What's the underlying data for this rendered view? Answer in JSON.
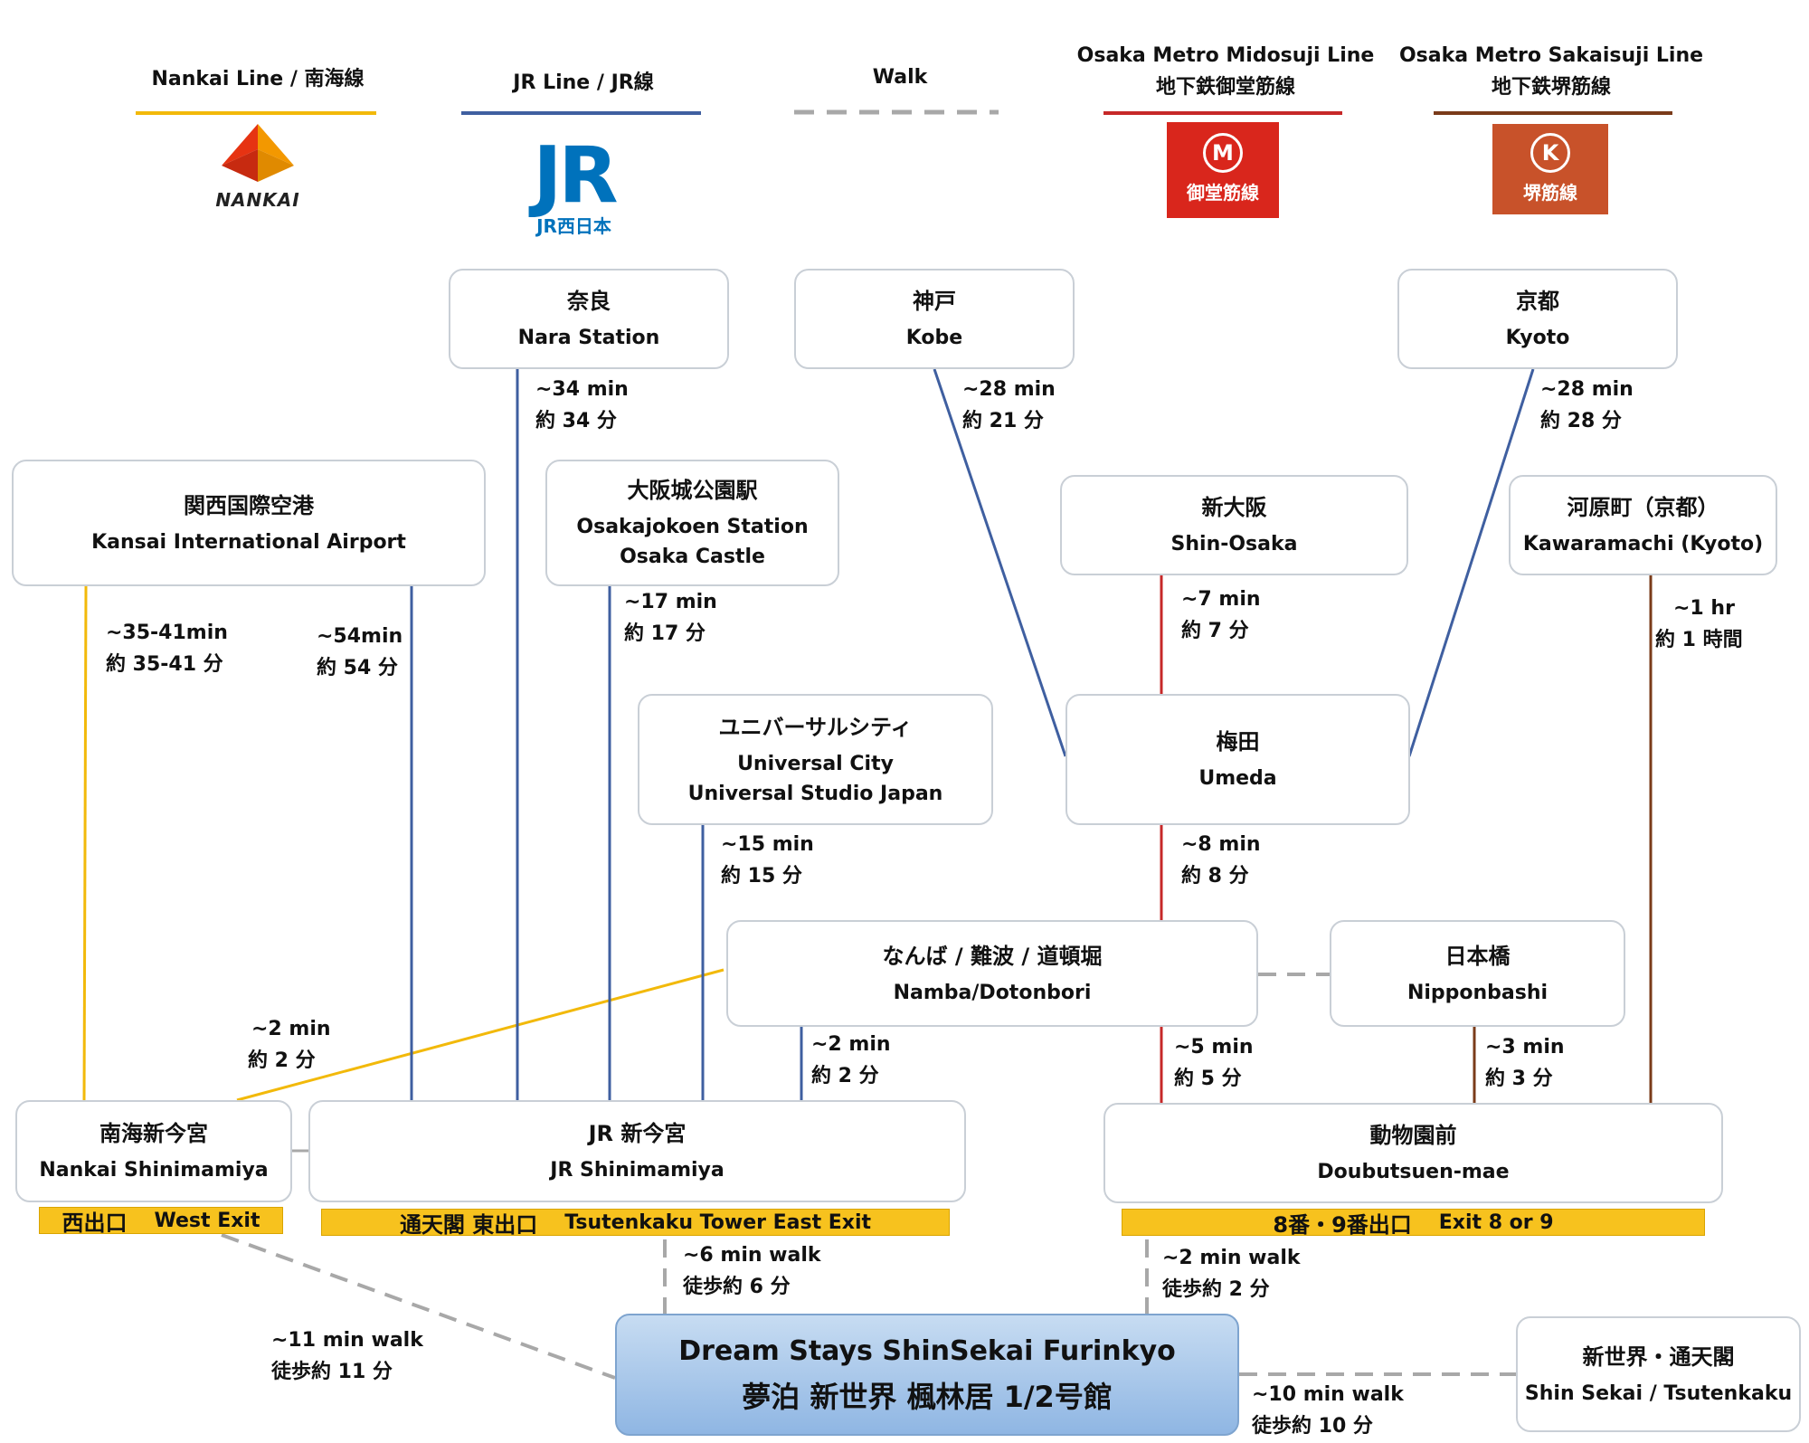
{
  "legend": [
    {
      "id": "nankai",
      "line1": "Nankai Line / 南海線",
      "line2": "",
      "color": "#f2b90a",
      "style": "solid"
    },
    {
      "id": "jr",
      "line1": "JR Line / JR線",
      "line2": "",
      "color": "#3f5fa0",
      "style": "solid"
    },
    {
      "id": "walk",
      "line1": "Walk",
      "line2": "",
      "color": "#a8a8a8",
      "style": "dashed"
    },
    {
      "id": "midosuji",
      "line1": "Osaka Metro Midosuji Line",
      "line2": "地下鉄御堂筋線",
      "color": "#c62828",
      "style": "solid"
    },
    {
      "id": "sakaisuji",
      "line1": "Osaka Metro Sakaisuji Line",
      "line2": "地下鉄堺筋線",
      "color": "#7a3b1a",
      "style": "solid"
    }
  ],
  "logos": {
    "nankai": {
      "text": "NANKAI",
      "colors": [
        "#e63312",
        "#f39800"
      ]
    },
    "jr": {
      "text": "JR西日本",
      "color": "#0072bc"
    },
    "midosuji": {
      "symbol": "M",
      "label": "御堂筋線"
    },
    "sakaisuji": {
      "symbol": "K",
      "label": "堺筋線"
    }
  },
  "stations": {
    "nara": {
      "jp": "奈良",
      "en": "Nara Station"
    },
    "kobe": {
      "jp": "神戸",
      "en": "Kobe"
    },
    "kyoto": {
      "jp": "京都",
      "en": "Kyoto"
    },
    "kansai": {
      "jp": "関西国際空港",
      "en": "Kansai International Airport"
    },
    "osakajo": {
      "jp": "大阪城公園駅",
      "en": "Osakajokoen Station",
      "en2": "Osaka Castle"
    },
    "shinosaka": {
      "jp": "新大阪",
      "en": "Shin-Osaka"
    },
    "kawaramachi": {
      "jp": "河原町（京都）",
      "en": "Kawaramachi (Kyoto)"
    },
    "universal": {
      "jp": "ユニバーサルシティ",
      "en": "Universal City",
      "en2": "Universal Studio Japan"
    },
    "umeda": {
      "jp": "梅田",
      "en": "Umeda"
    },
    "namba": {
      "jp": "なんば / 難波 / 道頓堀",
      "en": "Namba/Dotonbori"
    },
    "nipponbashi": {
      "jp": "日本橋",
      "en": "Nipponbashi"
    },
    "nankaishin": {
      "jp": "南海新今宮",
      "en": "Nankai Shinimamiya"
    },
    "jrshin": {
      "jp": "JR 新今宮",
      "en": "JR Shinimamiya"
    },
    "doubutsuen": {
      "jp": "動物園前",
      "en": "Doubutsuen-mae"
    },
    "shinsekai": {
      "jp": "新世界・通天閣",
      "en": "Shin Sekai / Tsutenkaku"
    }
  },
  "hotel": {
    "en": "Dream Stays ShinSekai Furinkyo",
    "jp": "夢泊 新世界 楓林居 1/2号館"
  },
  "exits": {
    "west": {
      "jp": "西出口",
      "en": "West Exit"
    },
    "tsutenkaku": {
      "jp": "通天閣 東出口",
      "en": "Tsutenkaku Tower East Exit"
    },
    "exit89": {
      "jp": "8番・9番出口",
      "en": "Exit 8 or 9"
    }
  },
  "times": {
    "nara": {
      "en": "~34 min",
      "jp": "約 34 分"
    },
    "kobe": {
      "en": "~28 min",
      "jp": "約 21 分"
    },
    "kyoto": {
      "en": "~28 min",
      "jp": "約 28 分"
    },
    "kansai_nankai": {
      "en": "~35-41min",
      "jp": "約 35-41 分"
    },
    "kansai_jr": {
      "en": "~54min",
      "jp": "約 54 分"
    },
    "osakajo": {
      "en": "~17 min",
      "jp": "約 17 分"
    },
    "shinosaka": {
      "en": "~7 min",
      "jp": "約 7 分"
    },
    "kawaramachi": {
      "en": "~1 hr",
      "jp": "約 1 時間"
    },
    "universal": {
      "en": "~15 min",
      "jp": "約 15 分"
    },
    "umeda": {
      "en": "~8 min",
      "jp": "約 8 分"
    },
    "namba_nankai": {
      "en": "~2 min",
      "jp": "約 2 分"
    },
    "namba_jr": {
      "en": "~2 min",
      "jp": "約 2 分"
    },
    "namba_midosuji": {
      "en": "~5 min",
      "jp": "約 5 分"
    },
    "nipponbashi": {
      "en": "~3 min",
      "jp": "約 3 分"
    },
    "walk_jr": {
      "en": "~6 min walk",
      "jp": "徒歩約 6 分"
    },
    "walk_doubutsuen": {
      "en": "~2 min walk",
      "jp": "徒歩約 2 分"
    },
    "walk_nankai": {
      "en": "~11 min walk",
      "jp": "徒歩約 11 分"
    },
    "walk_shinsekai": {
      "en": "~10 min walk",
      "jp": "徒歩約 10 分"
    }
  }
}
